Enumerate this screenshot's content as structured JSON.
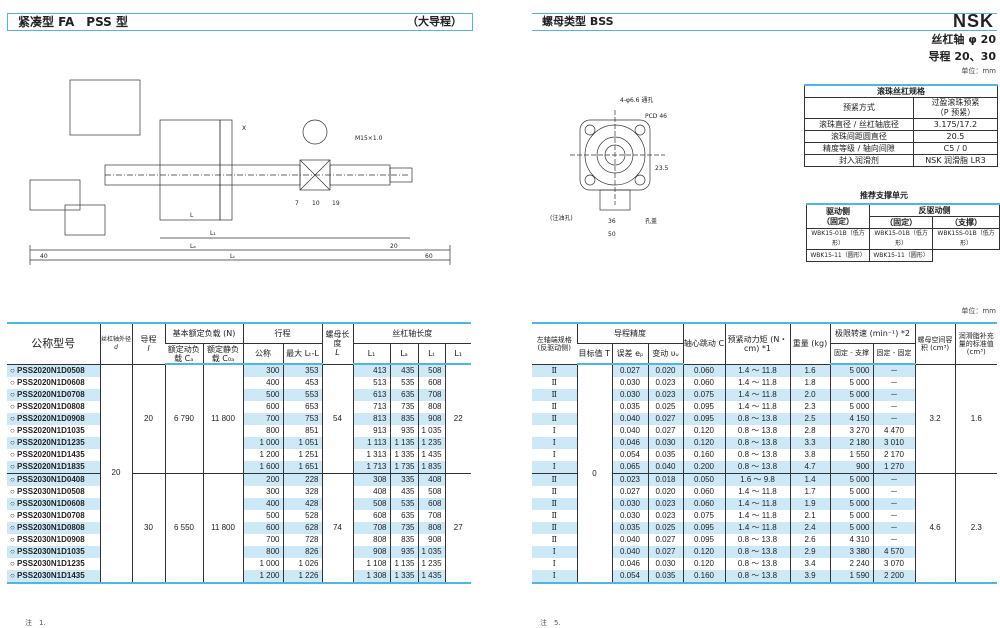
{
  "left_header": {
    "title": "紧凑型 FA　PSS 型",
    "subtitle": "（大导程）"
  },
  "right_header": {
    "title": "螺母类型 BSS",
    "brand": "NSK",
    "shaft": "丝杠轴 φ 20",
    "lead": "导程 20、30",
    "unit": "单位：mm"
  },
  "drawing_labels": {
    "a": "L₁",
    "b": "L",
    "c": "Lₐ",
    "d": "Lₜ",
    "e": "40",
    "f": "20",
    "g": "60",
    "h": "M15×1.0",
    "i": "10",
    "j": "19",
    "k": "7",
    "l": "50",
    "m": "36",
    "n": "23.5",
    "o": "PCD 46",
    "p": "X",
    "q": "4-φ6.6 通孔",
    "r": "孔盖",
    "s": "(注油孔)"
  },
  "spec_table": {
    "caption": "滚珠丝杠规格",
    "rows": [
      [
        "预紧方式",
        "过盈滚珠预紧\n（P 预紧）"
      ],
      [
        "滚珠直径 / 丝杠轴底径",
        "3.175/17.2"
      ],
      [
        "滚珠间距圆直径",
        "20.5"
      ],
      [
        "精度等级 / 轴向间隙",
        "C5 / 0"
      ],
      [
        "封入润滑剂",
        "NSK 润滑脂 LR3"
      ]
    ]
  },
  "support_units": {
    "title": "推荐支撑单元",
    "drive": "驱动侧",
    "anti": "反驱动侧",
    "fixed": "（固定）",
    "fixed2": "（固定）",
    "support": "（支撑）",
    "r1": [
      "WBK15-01B（低方形）",
      "WBK15-01B（低方形）",
      "WBK15S-01B（低方形）"
    ],
    "r2": [
      "WBK15-11（圆形）",
      "WBK15-11（圆形）"
    ]
  },
  "unit2": "单位：mm",
  "left_table": {
    "headers": {
      "model": "公称型号",
      "d": "丝杠轴外径",
      "d_sym": "d",
      "lead": "导程",
      "lead_sym": "l",
      "load": "基本额定负载 (N)",
      "ca": "额定动负载 Cₐ",
      "c0a": "额定静负载 C₀ₐ",
      "stroke": "行程",
      "nominal": "公称",
      "max": "最大 Lₜ-L",
      "nut": "螺母长度",
      "nut_sym": "L",
      "shaft": "丝杠轴长度",
      "l1": "L₁",
      "la": "Lₐ",
      "lb": "Lₜ",
      "lt": "L₁"
    },
    "groups": [
      {
        "d": "20",
        "lead": "20",
        "ca": "6 790",
        "c0a": "11 800",
        "nut": "54",
        "l1": "22",
        "rows": [
          [
            "PSS2020N1D0508",
            "300",
            "353",
            "413",
            "435",
            "508"
          ],
          [
            "PSS2020N1D0608",
            "400",
            "453",
            "513",
            "535",
            "608"
          ],
          [
            "PSS2020N1D0708",
            "500",
            "553",
            "613",
            "635",
            "708"
          ],
          [
            "PSS2020N1D0808",
            "600",
            "653",
            "713",
            "735",
            "808"
          ],
          [
            "PSS2020N1D0908",
            "700",
            "753",
            "813",
            "835",
            "908"
          ],
          [
            "PSS2020N1D1035",
            "800",
            "851",
            "913",
            "935",
            "1 035"
          ],
          [
            "PSS2020N1D1235",
            "1 000",
            "1 051",
            "1 113",
            "1 135",
            "1 235"
          ],
          [
            "PSS2020N1D1435",
            "1 200",
            "1 251",
            "1 313",
            "1 335",
            "1 435"
          ],
          [
            "PSS2020N1D1835",
            "1 600",
            "1 651",
            "1 713",
            "1 735",
            "1 835"
          ]
        ]
      },
      {
        "lead": "30",
        "ca": "6 550",
        "c0a": "11 800",
        "nut": "74",
        "l1": "27",
        "rows": [
          [
            "PSS2030N1D0408",
            "200",
            "228",
            "308",
            "335",
            "408"
          ],
          [
            "PSS2030N1D0508",
            "300",
            "328",
            "408",
            "435",
            "508"
          ],
          [
            "PSS2030N1D0608",
            "400",
            "428",
            "508",
            "535",
            "608"
          ],
          [
            "PSS2030N1D0708",
            "500",
            "528",
            "608",
            "635",
            "708"
          ],
          [
            "PSS2030N1D0808",
            "600",
            "628",
            "708",
            "735",
            "808"
          ],
          [
            "PSS2030N1D0908",
            "700",
            "728",
            "808",
            "835",
            "908"
          ],
          [
            "PSS2030N1D1035",
            "800",
            "826",
            "908",
            "935",
            "1 035"
          ],
          [
            "PSS2030N1D1235",
            "1 000",
            "1 026",
            "1 108",
            "1 135",
            "1 235"
          ],
          [
            "PSS2030N1D1435",
            "1 200",
            "1 226",
            "1 308",
            "1 335",
            "1 435"
          ]
        ]
      }
    ]
  },
  "right_table": {
    "headers": {
      "left": "左轴端规格 (反驱动侧)",
      "acc": "导程精度",
      "target": "目标值 T",
      "err": "误差 eₚ",
      "var": "变动 υᵤ",
      "runout": "轴心跳动 C",
      "preload": "预紧动力矩 (N・cm) *1",
      "weight": "重量 (kg)",
      "speed": "极限转速 (min⁻¹) *2",
      "fs": "固定 - 支撑",
      "ff": "固定 - 固定",
      "space": "螺母空间容积 (cm³)",
      "grease": "润滑脂补充量的标准值 (cm³)"
    },
    "target": "0",
    "groups": [
      {
        "space": "3.2",
        "grease": "1.6",
        "rows": [
          [
            "Ⅱ",
            "0.027",
            "0.020",
            "0.060",
            "1.4 ～ 11.8",
            "1.6",
            "5 000",
            "－"
          ],
          [
            "Ⅱ",
            "0.030",
            "0.023",
            "0.060",
            "1.4 ～ 11.8",
            "1.8",
            "5 000",
            "－"
          ],
          [
            "Ⅱ",
            "0.030",
            "0.023",
            "0.075",
            "1.4 ～ 11.8",
            "2.0",
            "5 000",
            "－"
          ],
          [
            "Ⅱ",
            "0.035",
            "0.025",
            "0.095",
            "1.4 ～ 11.8",
            "2.3",
            "5 000",
            "－"
          ],
          [
            "Ⅱ",
            "0.040",
            "0.027",
            "0.095",
            "0.8 ～ 13.8",
            "2.5",
            "4 150",
            "－"
          ],
          [
            "Ⅰ",
            "0.040",
            "0.027",
            "0.120",
            "0.8 ～ 13.8",
            "2.8",
            "3 270",
            "4 470"
          ],
          [
            "Ⅰ",
            "0.046",
            "0.030",
            "0.120",
            "0.8 ～ 13.8",
            "3.3",
            "2 180",
            "3 010"
          ],
          [
            "Ⅰ",
            "0.054",
            "0.035",
            "0.160",
            "0.8 ～ 13.8",
            "3.8",
            "1 550",
            "2 170"
          ],
          [
            "Ⅰ",
            "0.065",
            "0.040",
            "0.200",
            "0.8 ～ 13.8",
            "4.7",
            "900",
            "1 270"
          ]
        ]
      },
      {
        "space": "4.6",
        "grease": "2.3",
        "rows": [
          [
            "Ⅱ",
            "0.023",
            "0.018",
            "0.050",
            "1.6 ～ 9.8",
            "1.4",
            "5 000",
            "－"
          ],
          [
            "Ⅱ",
            "0.027",
            "0.020",
            "0.060",
            "1.4 ～ 11.8",
            "1.7",
            "5 000",
            "－"
          ],
          [
            "Ⅱ",
            "0.030",
            "0.023",
            "0.060",
            "1.4 ～ 11.8",
            "1.9",
            "5 000",
            "－"
          ],
          [
            "Ⅱ",
            "0.030",
            "0.023",
            "0.075",
            "1.4 ～ 11.8",
            "2.1",
            "5 000",
            "－"
          ],
          [
            "Ⅱ",
            "0.035",
            "0.025",
            "0.095",
            "1.4 ～ 11.8",
            "2.4",
            "5 000",
            "－"
          ],
          [
            "Ⅱ",
            "0.040",
            "0.027",
            "0.095",
            "0.8 ～ 13.8",
            "2.6",
            "4 310",
            "－"
          ],
          [
            "Ⅰ",
            "0.040",
            "0.027",
            "0.120",
            "0.8 ～ 13.8",
            "2.9",
            "3 380",
            "4 570"
          ],
          [
            "Ⅰ",
            "0.046",
            "0.030",
            "0.120",
            "0.8 ～ 13.8",
            "3.4",
            "2 240",
            "3 070"
          ],
          [
            "Ⅰ",
            "0.054",
            "0.035",
            "0.160",
            "0.8 ～ 13.8",
            "3.9",
            "1 590",
            "2 200"
          ]
        ]
      }
    ]
  },
  "notes": {
    "left": "注　1.",
    "right": "注　5."
  }
}
